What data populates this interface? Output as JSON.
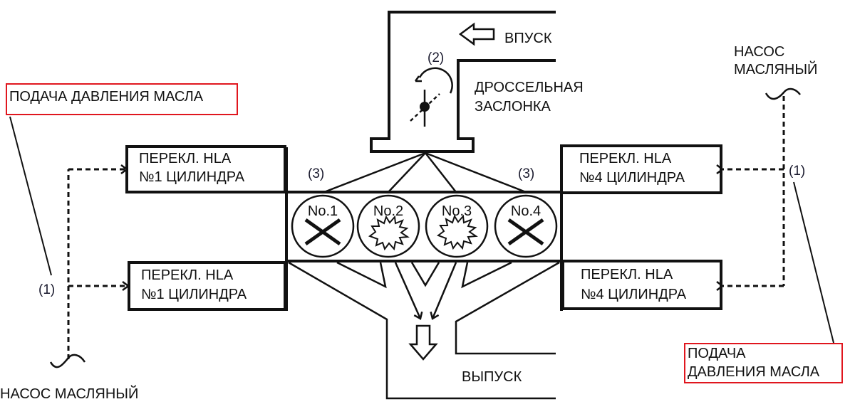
{
  "intake": {
    "label": "ВПУСК"
  },
  "throttle": {
    "label_line1": "ДРОССЕЛЬНАЯ",
    "label_line2": "ЗАСЛОНКА",
    "callout": "(2)"
  },
  "exhaust": {
    "label": "ВЫПУСК"
  },
  "switch_callouts": {
    "left": "(3)",
    "right": "(3)"
  },
  "oil_supply_callouts": {
    "left": "(1)",
    "right": "(1)"
  },
  "cylinders": [
    {
      "label": "No.1",
      "state": "deactivated",
      "symbol": "cross-icon"
    },
    {
      "label": "No.2",
      "state": "firing",
      "symbol": "burst-icon"
    },
    {
      "label": "No.3",
      "state": "firing",
      "symbol": "burst-icon"
    },
    {
      "label": "No.4",
      "state": "deactivated",
      "symbol": "cross-icon"
    }
  ],
  "hla_switches": {
    "left_top": {
      "line1": "ПЕРЕКЛ. HLA",
      "line2": "№1 ЦИЛИНДРА"
    },
    "left_bottom": {
      "line1": "ПЕРЕКЛ. HLA",
      "line2": "№1 ЦИЛИНДРА"
    },
    "right_top": {
      "line1": "ПЕРЕКЛ. HLA",
      "line2": "№4 ЦИЛИНДРА"
    },
    "right_bottom": {
      "line1": "ПЕРЕКЛ. HLA",
      "line2": "№4 ЦИЛИНДРА"
    }
  },
  "oil_pressure_labels": {
    "left": {
      "line1": "ПОДАЧА ДАВЛЕНИЯ МАСЛА"
    },
    "right": {
      "line1": "ПОДАЧА",
      "line2": "ДАВЛЕНИЯ МАСЛА"
    },
    "highlight_color": "#e0161e"
  },
  "oil_pump_labels": {
    "left": {
      "line1": "НАСОС МАСЛЯНЫЙ"
    },
    "right": {
      "line1": "НАСОС",
      "line2": "МАСЛЯНЫЙ"
    }
  }
}
